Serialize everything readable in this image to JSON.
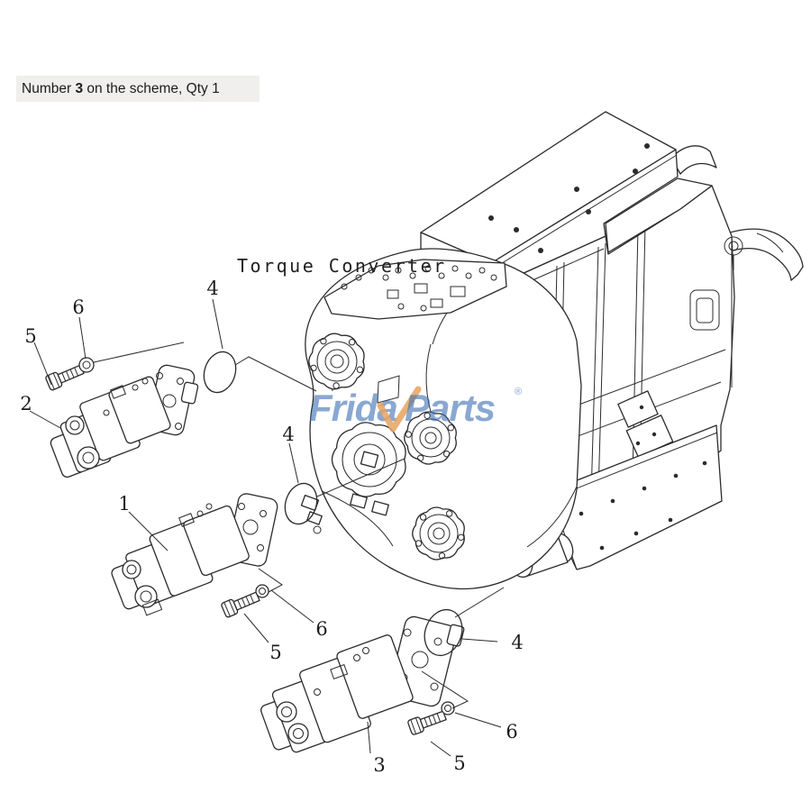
{
  "header": {
    "prefix": "Number ",
    "number": "3",
    "suffix": " on the scheme, Qty 1",
    "bg_color": "#f0efee",
    "text_color": "#1c1c1c"
  },
  "diagram": {
    "title_label": "Torque Converter",
    "ink_color": "#2b2b2b",
    "callouts": [
      {
        "label": "5"
      },
      {
        "label": "6"
      },
      {
        "label": "2"
      },
      {
        "label": "4"
      },
      {
        "label": "4"
      },
      {
        "label": "1"
      },
      {
        "label": "6"
      },
      {
        "label": "5"
      },
      {
        "label": "4"
      },
      {
        "label": "6"
      },
      {
        "label": "5"
      },
      {
        "label": "3"
      }
    ]
  },
  "watermark": {
    "brand_left": "Frida",
    "brand_right": "Parts",
    "registered": "®",
    "text_color": "#3b6fb4",
    "check_color": "#e8a25f"
  }
}
